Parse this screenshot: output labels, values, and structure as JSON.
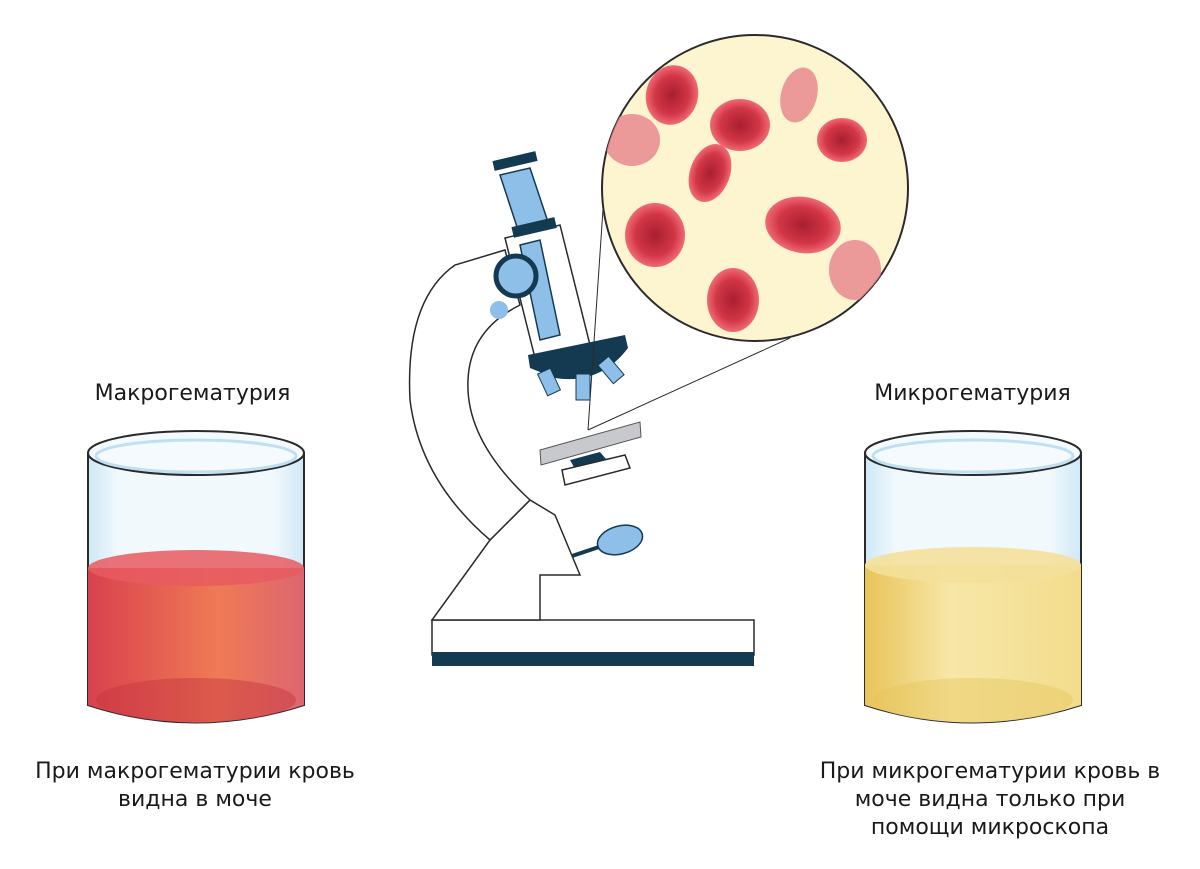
{
  "left": {
    "title": "Макрогематурия",
    "caption_lines": [
      "При макрогематурии кровь",
      "видна в моче"
    ],
    "liquid_color": "#e0505a"
  },
  "right": {
    "title": "Микрогематурия",
    "caption_lines": [
      "При микрогематурии кровь в",
      "моче видна только при",
      "помощи микроскопа"
    ],
    "liquid_color": "#f0d27a"
  },
  "colors": {
    "microscope_dark": "#143a52",
    "microscope_blue": "#8ebfe8",
    "cell_red": "#d63a4a",
    "magnified_bg": "#fdf4d0"
  },
  "icons": {
    "microscope": "microscope-icon",
    "blood-cells": "red-blood-cells-icon",
    "beaker": "beaker-icon"
  }
}
